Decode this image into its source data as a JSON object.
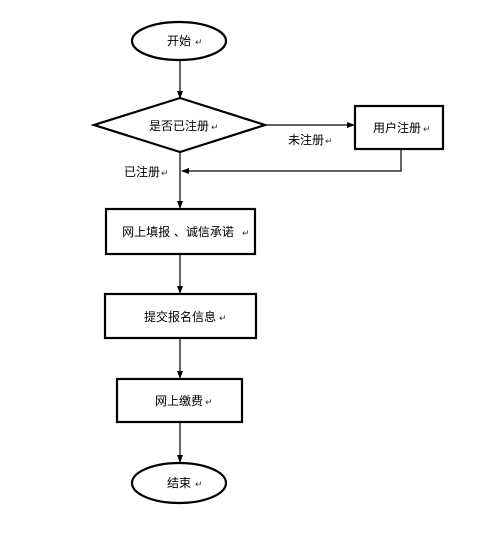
{
  "nodes": {
    "start": {
      "label": "开始"
    },
    "decision": {
      "label": "是否已注册"
    },
    "register": {
      "label": "用户注册"
    },
    "online_form": {
      "label": "网上填报 、诚信承诺"
    },
    "submit_info": {
      "label": "提交报名信息"
    },
    "payment": {
      "label": "网上缴费"
    },
    "end": {
      "label": "结束"
    }
  },
  "edges": {
    "not_registered": {
      "label": "未注册"
    },
    "registered": {
      "label": "已注册"
    }
  },
  "paragraph_mark": "↵",
  "colors": {
    "stroke": "#000000",
    "fill": "#ffffff",
    "text": "#000000"
  }
}
